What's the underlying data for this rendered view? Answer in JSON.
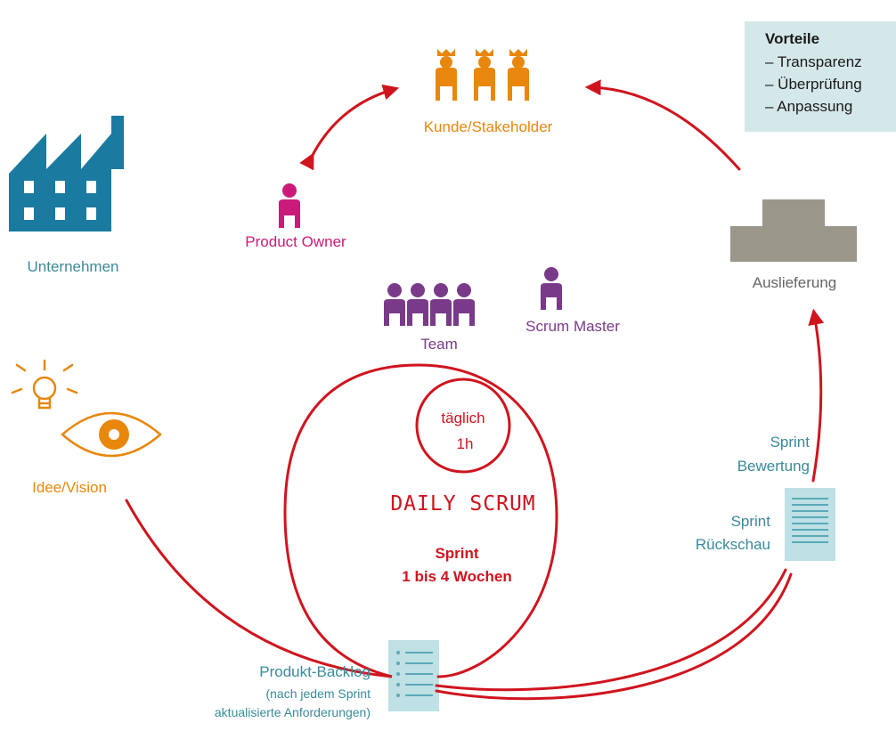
{
  "benefits": {
    "title": "Vorteile",
    "items": [
      "– Transparenz",
      "– Überprüfung",
      "– Anpassung"
    ]
  },
  "labels": {
    "customer": "Kunde/Stakeholder",
    "product_owner": "Product Owner",
    "company": "Unternehmen",
    "delivery": "Auslieferung",
    "team": "Team",
    "scrum_master": "Scrum Master",
    "idea": "Idee/Vision",
    "daily_line1": "täglich",
    "daily_line2": "1h",
    "daily_scrum": "DAILY SCRUM",
    "sprint_line1": "Sprint",
    "sprint_line2": "1 bis 4 Wochen",
    "sprint_review_line1": "Sprint",
    "sprint_review_line2": "Bewertung",
    "sprint_retro_line1": "Sprint",
    "sprint_retro_line2": "Rückschau",
    "backlog_title": "Produkt-Backlog",
    "backlog_note_line1": "(nach jedem Sprint",
    "backlog_note_line2": "aktualisierte Anforderungen)"
  },
  "icons": [
    "factory-icon",
    "crowned-people-icon",
    "person-icon",
    "team-icon",
    "lightbulb-icon",
    "eye-icon",
    "document-list-icon",
    "stacked-blocks-icon"
  ],
  "colors": {
    "arrow_red": "#d0141e",
    "teal": "#3a8a9a",
    "factory_blue": "#1a7aa0",
    "orange": "#e8870c",
    "magenta": "#cc1a7a",
    "purple": "#7a3a8a",
    "box_bg": "#d5e8e9",
    "delivery_gray": "#9a968a"
  }
}
